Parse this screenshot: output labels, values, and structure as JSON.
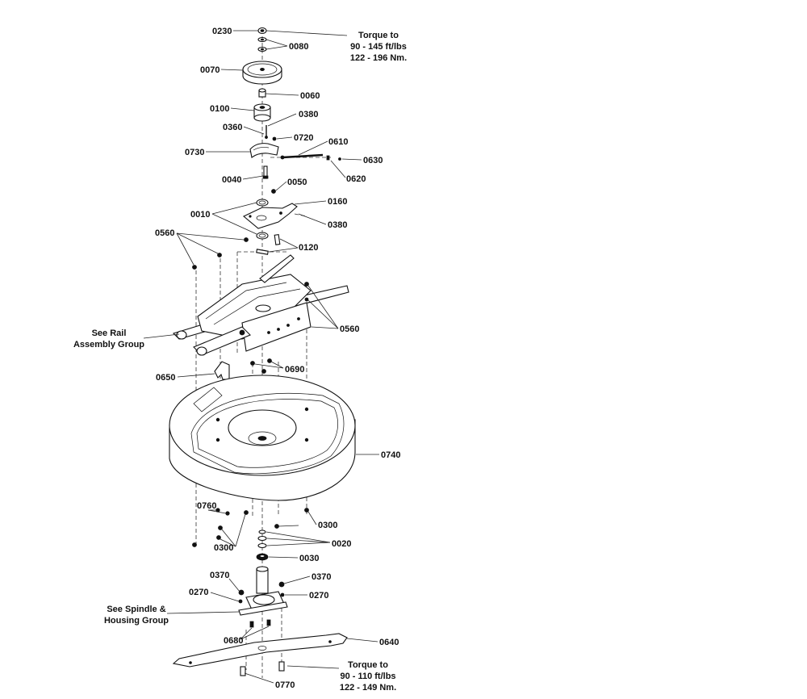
{
  "part_labels": {
    "p0230": "0230",
    "p0080": "0080",
    "p0070": "0070",
    "p0060": "0060",
    "p0100": "0100",
    "p0380a": "0380",
    "p0360": "0360",
    "p0720": "0720",
    "p0730": "0730",
    "p0610": "0610",
    "p0630": "0630",
    "p0620": "0620",
    "p0040": "0040",
    "p0050": "0050",
    "p0160": "0160",
    "p0010": "0010",
    "p0380b": "0380",
    "p0560a": "0560",
    "p0120": "0120",
    "p0560b": "0560",
    "p0690": "0690",
    "p0650": "0650",
    "p0740": "0740",
    "p0760": "0760",
    "p0300a": "0300",
    "p0300b": "0300",
    "p0020": "0020",
    "p0030": "0030",
    "p0370a": "0370",
    "p0370b": "0370",
    "p0270a": "0270",
    "p0270b": "0270",
    "p0680": "0680",
    "p0640": "0640",
    "p0770": "0770"
  },
  "notes": {
    "torque_top": [
      "Torque to",
      "90 - 145 ft/lbs",
      "122 - 196 Nm."
    ],
    "torque_bottom": [
      "Torque to",
      "90 - 110 ft/lbs",
      "122 - 149 Nm."
    ],
    "rail_group": [
      "See Rail",
      "Assembly Group"
    ],
    "spindle_group": [
      "See Spindle &",
      "Housing Group"
    ]
  }
}
